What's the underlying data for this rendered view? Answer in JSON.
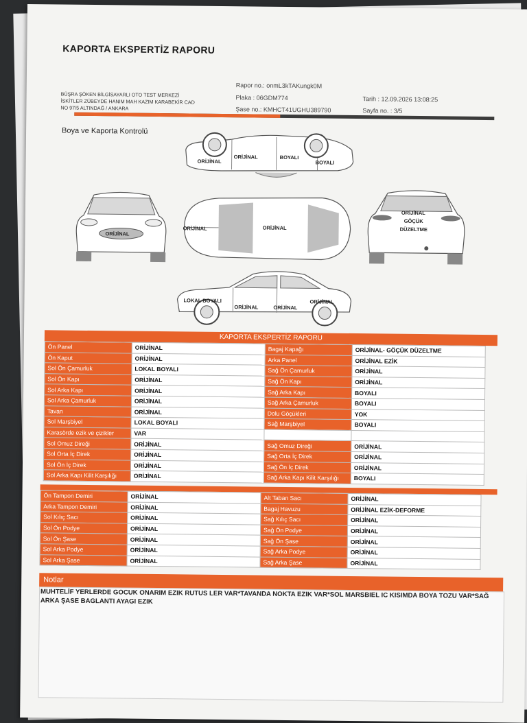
{
  "header": {
    "title": "KAPORTA EKSPERTİZ RAPORU",
    "company_line1": "BÜŞRA ŞÖKEN BİLGİSAYARLI OTO TEST MERKEZİ",
    "company_line2": "İSKİTLER ZÜBEYDE HANIM MAH KAZIM KARABEKİR CAD",
    "company_line3": "NO 97/5 ALTINDAĞ / ANKARA",
    "rapor_no": "Rapor no.: onmL3kTAKungk0M",
    "plaka": "Plaka : 06GDM774",
    "sase_no": "Şase no.: KMHCT41UGHU389790",
    "tarih": "Tarih : 12.09.2026 13:08:25",
    "sayfa": "Sayfa no. : 3/5"
  },
  "diagram": {
    "section_title": "Boya ve Kaporta Kontrolü",
    "top_view": {
      "label1": "ORİJİNAL",
      "label2": "ORİJİNAL",
      "label3": "BOYALI",
      "label4": "BOYALI"
    },
    "front_view": {
      "label": "ORİJİNAL"
    },
    "roof_view": {
      "label1": "ORİJİNAL",
      "label2": "ORİJİNAL"
    },
    "rear_view": {
      "label1": "ORİJİNAL",
      "label2": "GÖÇÜK",
      "label3": "DÜZELTME"
    },
    "side_view": {
      "label1": "LOKAL BOYALI",
      "label2": "ORİJİNAL",
      "label3": "ORİJİNAL",
      "label4": "ORİJİNAL"
    }
  },
  "report_header": "KAPORTA EKSPERTİZ RAPORU",
  "left_rows": [
    {
      "k": "Ön Panel",
      "v": "ORİJİNAL"
    },
    {
      "k": "Ön Kaput",
      "v": "ORİJİNAL"
    },
    {
      "k": "Sol Ön Çamurluk",
      "v": "LOKAL BOYALI"
    },
    {
      "k": "Sol Ön Kapı",
      "v": "ORİJİNAL"
    },
    {
      "k": "Sol Arka Kapı",
      "v": "ORİJİNAL"
    },
    {
      "k": "Sol Arka Çamurluk",
      "v": "ORİJİNAL"
    },
    {
      "k": "Tavan",
      "v": "ORİJİNAL"
    },
    {
      "k": "Sol Marşbiyel",
      "v": "LOKAL BOYALI"
    },
    {
      "k": "Karasörde ezik ve çizikler",
      "v": "VAR"
    },
    {
      "k": "Sol Omuz Direği",
      "v": "ORİJİNAL"
    },
    {
      "k": "Sol Orta İç Direk",
      "v": "ORİJİNAL"
    },
    {
      "k": "Sol Ön İç Direk",
      "v": "ORİJİNAL"
    },
    {
      "k": "Sol Arka Kapı Kilit Karşılığı",
      "v": "ORİJİNAL"
    }
  ],
  "right_rows": [
    {
      "k": "Bagaj Kapağı",
      "v": "ORİJİNAL- GÖÇÜK DÜZELTME"
    },
    {
      "k": "Arka Panel",
      "v": "ORİJİNAL EZİK"
    },
    {
      "k": "Sağ Ön Çamurluk",
      "v": "ORİJİNAL"
    },
    {
      "k": "Sağ Ön Kapı",
      "v": "ORİJİNAL"
    },
    {
      "k": "Sağ Arka Kapı",
      "v": "BOYALI"
    },
    {
      "k": "Sağ Arka Çamurluk",
      "v": "BOYALI"
    },
    {
      "k": "Dolu Göçükleri",
      "v": "YOK"
    },
    {
      "k": "Sağ Marşbiyel",
      "v": "BOYALI"
    },
    {
      "k": "",
      "v": ""
    },
    {
      "k": "Sağ Omuz Direği",
      "v": "ORİJİNAL"
    },
    {
      "k": "Sağ Orta İç Direk",
      "v": "ORİJİNAL"
    },
    {
      "k": "Sağ Ön İç Direk",
      "v": "ORİJİNAL"
    },
    {
      "k": "Sağ Arka Kapı Kilit Karşılığı",
      "v": "BOYALI"
    }
  ],
  "left_rows2": [
    {
      "k": "Ön Tampon Demiri",
      "v": "ORİJİNAL"
    },
    {
      "k": "Arka Tampon Demiri",
      "v": "ORİJİNAL"
    },
    {
      "k": "Sol Kılıç Sacı",
      "v": "ORİJİNAL"
    },
    {
      "k": "Sol Ön Podye",
      "v": "ORİJİNAL"
    },
    {
      "k": "Sol Ön Şase",
      "v": "ORİJİNAL"
    },
    {
      "k": "Sol Arka Podye",
      "v": "ORİJİNAL"
    },
    {
      "k": "Sol Arka Şase",
      "v": "ORİJİNAL"
    }
  ],
  "right_rows2": [
    {
      "k": "Alt Taban Sacı",
      "v": "ORİJİNAL"
    },
    {
      "k": "Bagaj Havuzu",
      "v": "ORİJİNAL EZİK-DEFORME"
    },
    {
      "k": "Sağ Kılıç Sacı",
      "v": "ORİJİNAL"
    },
    {
      "k": "Sağ Ön Podye",
      "v": "ORİJİNAL"
    },
    {
      "k": "Sağ Ön Şase",
      "v": "ORİJİNAL"
    },
    {
      "k": "Sağ Arka Podye",
      "v": "ORİJİNAL"
    },
    {
      "k": "Sağ Arka Şase",
      "v": "ORİJİNAL"
    }
  ],
  "notes": {
    "title": "Notlar",
    "text": "MUHTELİF YERLERDE GOCUK ONARIM EZIK RUTUS LER VAR*TAVANDA NOKTA EZIK VAR*SOL MARSBIEL IC KISIMDA BOYA TOZU VAR*SAĞ ARKA ŞASE BAGLANTI AYAGI EZIK"
  },
  "colors": {
    "accent": "#e8622a",
    "dark_bar": "#3b3b3b"
  }
}
